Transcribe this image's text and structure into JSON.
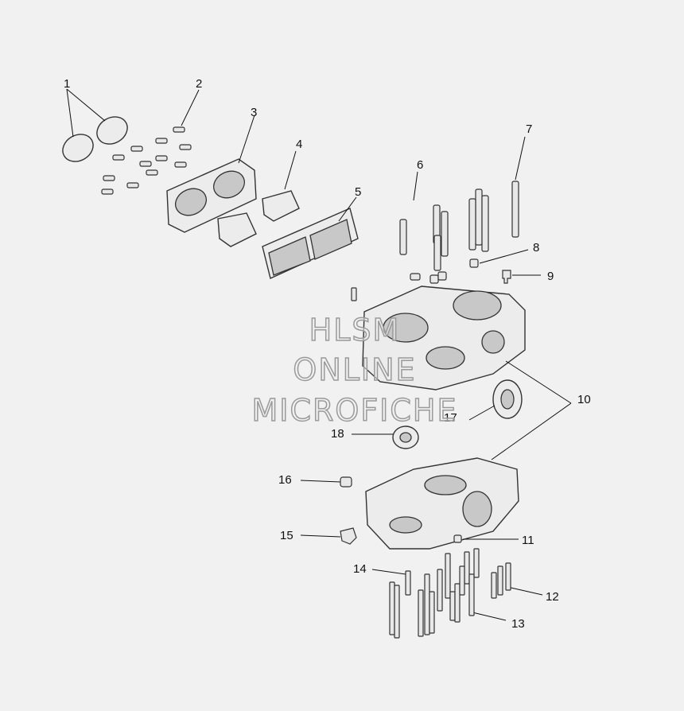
{
  "callouts": {
    "c1": "1",
    "c2": "2",
    "c3": "3",
    "c4": "4",
    "c5": "5",
    "c6": "6",
    "c7": "7",
    "c8": "8",
    "c9": "9",
    "c10": "10",
    "c11": "11",
    "c12": "12",
    "c13": "13",
    "c14": "14",
    "c15": "15",
    "c16": "16",
    "c17": "17",
    "c18": "18"
  },
  "watermark": {
    "line1": "HLSM",
    "line2": "ONLINE",
    "line3": "MICROFICHE"
  }
}
